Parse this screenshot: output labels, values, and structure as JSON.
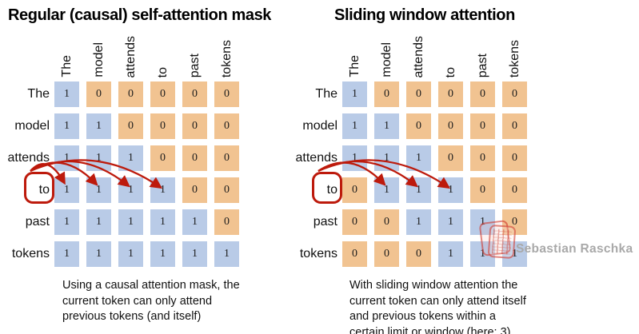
{
  "figure": {
    "panels": [
      {
        "title": "Regular (causal) self-attention mask",
        "tokens": [
          "The",
          "model",
          "attends",
          "to",
          "past",
          "tokens"
        ],
        "matrix": [
          [
            1,
            0,
            0,
            0,
            0,
            0
          ],
          [
            1,
            1,
            0,
            0,
            0,
            0
          ],
          [
            1,
            1,
            1,
            0,
            0,
            0
          ],
          [
            1,
            1,
            1,
            1,
            0,
            0
          ],
          [
            1,
            1,
            1,
            1,
            1,
            0
          ],
          [
            1,
            1,
            1,
            1,
            1,
            1
          ]
        ],
        "highlighted_token": "to",
        "arrow_target_columns": [
          0,
          1,
          2,
          3
        ],
        "caption_lines": [
          "Using a causal attention mask, the",
          "current token can only attend",
          "previous tokens (and itself)"
        ]
      },
      {
        "title": "Sliding window attention",
        "tokens": [
          "The",
          "model",
          "attends",
          "to",
          "past",
          "tokens"
        ],
        "matrix": [
          [
            1,
            0,
            0,
            0,
            0,
            0
          ],
          [
            1,
            1,
            0,
            0,
            0,
            0
          ],
          [
            1,
            1,
            1,
            0,
            0,
            0
          ],
          [
            0,
            1,
            1,
            1,
            0,
            0
          ],
          [
            0,
            0,
            1,
            1,
            1,
            0
          ],
          [
            0,
            0,
            0,
            1,
            1,
            1
          ]
        ],
        "highlighted_token": "to",
        "arrow_target_columns": [
          1,
          2,
          3
        ],
        "caption_lines": [
          "With sliding window attention the",
          "current token can only attend itself",
          "and previous tokens within a",
          "certain limit or window (here: 3)"
        ]
      }
    ],
    "watermark": {
      "text": "Sebastian Raschka"
    },
    "colors": {
      "attend_cell": "#b9cbe7",
      "masked_cell": "#f1c391",
      "accent_red": "#bd1a0c",
      "cell_value_text": "#1c1c1c",
      "watermark_text": "#a9a9a9"
    }
  }
}
